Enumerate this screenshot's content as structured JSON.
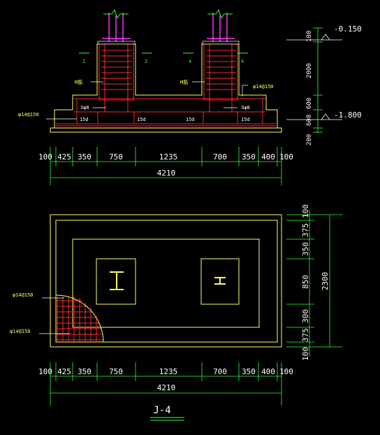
{
  "colors": {
    "background": "#000000",
    "outline": "#ffff66",
    "rebar": "#ff2a2a",
    "dimension": "#33ff33",
    "text": "#ffffff",
    "steel": "#ff33ff",
    "label": "#ffff66"
  },
  "elevation": {
    "levels": [
      "-0.150",
      "-1.800"
    ],
    "vertical_dims": [
      "100",
      "2000",
      "600",
      "600",
      "200"
    ],
    "labels": {
      "bolt_left": "M筋",
      "bolt_right": "M筋",
      "rebar_top": "φ14@150",
      "rebar_left": "φ14@150",
      "stirrup_left": "3φ8",
      "stirrup_right": "3φ8",
      "anchor": "15d"
    },
    "section_marks": [
      "2",
      "2",
      "4",
      "4"
    ]
  },
  "horizontal_dims": [
    "100",
    "425",
    "350",
    "750",
    "1235",
    "700",
    "350",
    "400",
    "100"
  ],
  "total_width": "4210",
  "plan": {
    "vertical_dims": [
      "100",
      "375",
      "350",
      "850",
      "300",
      "375",
      "100"
    ],
    "total_height": "2300",
    "rebar_labels": [
      "φ14@150",
      "φ14@150"
    ]
  },
  "title": "J-4"
}
